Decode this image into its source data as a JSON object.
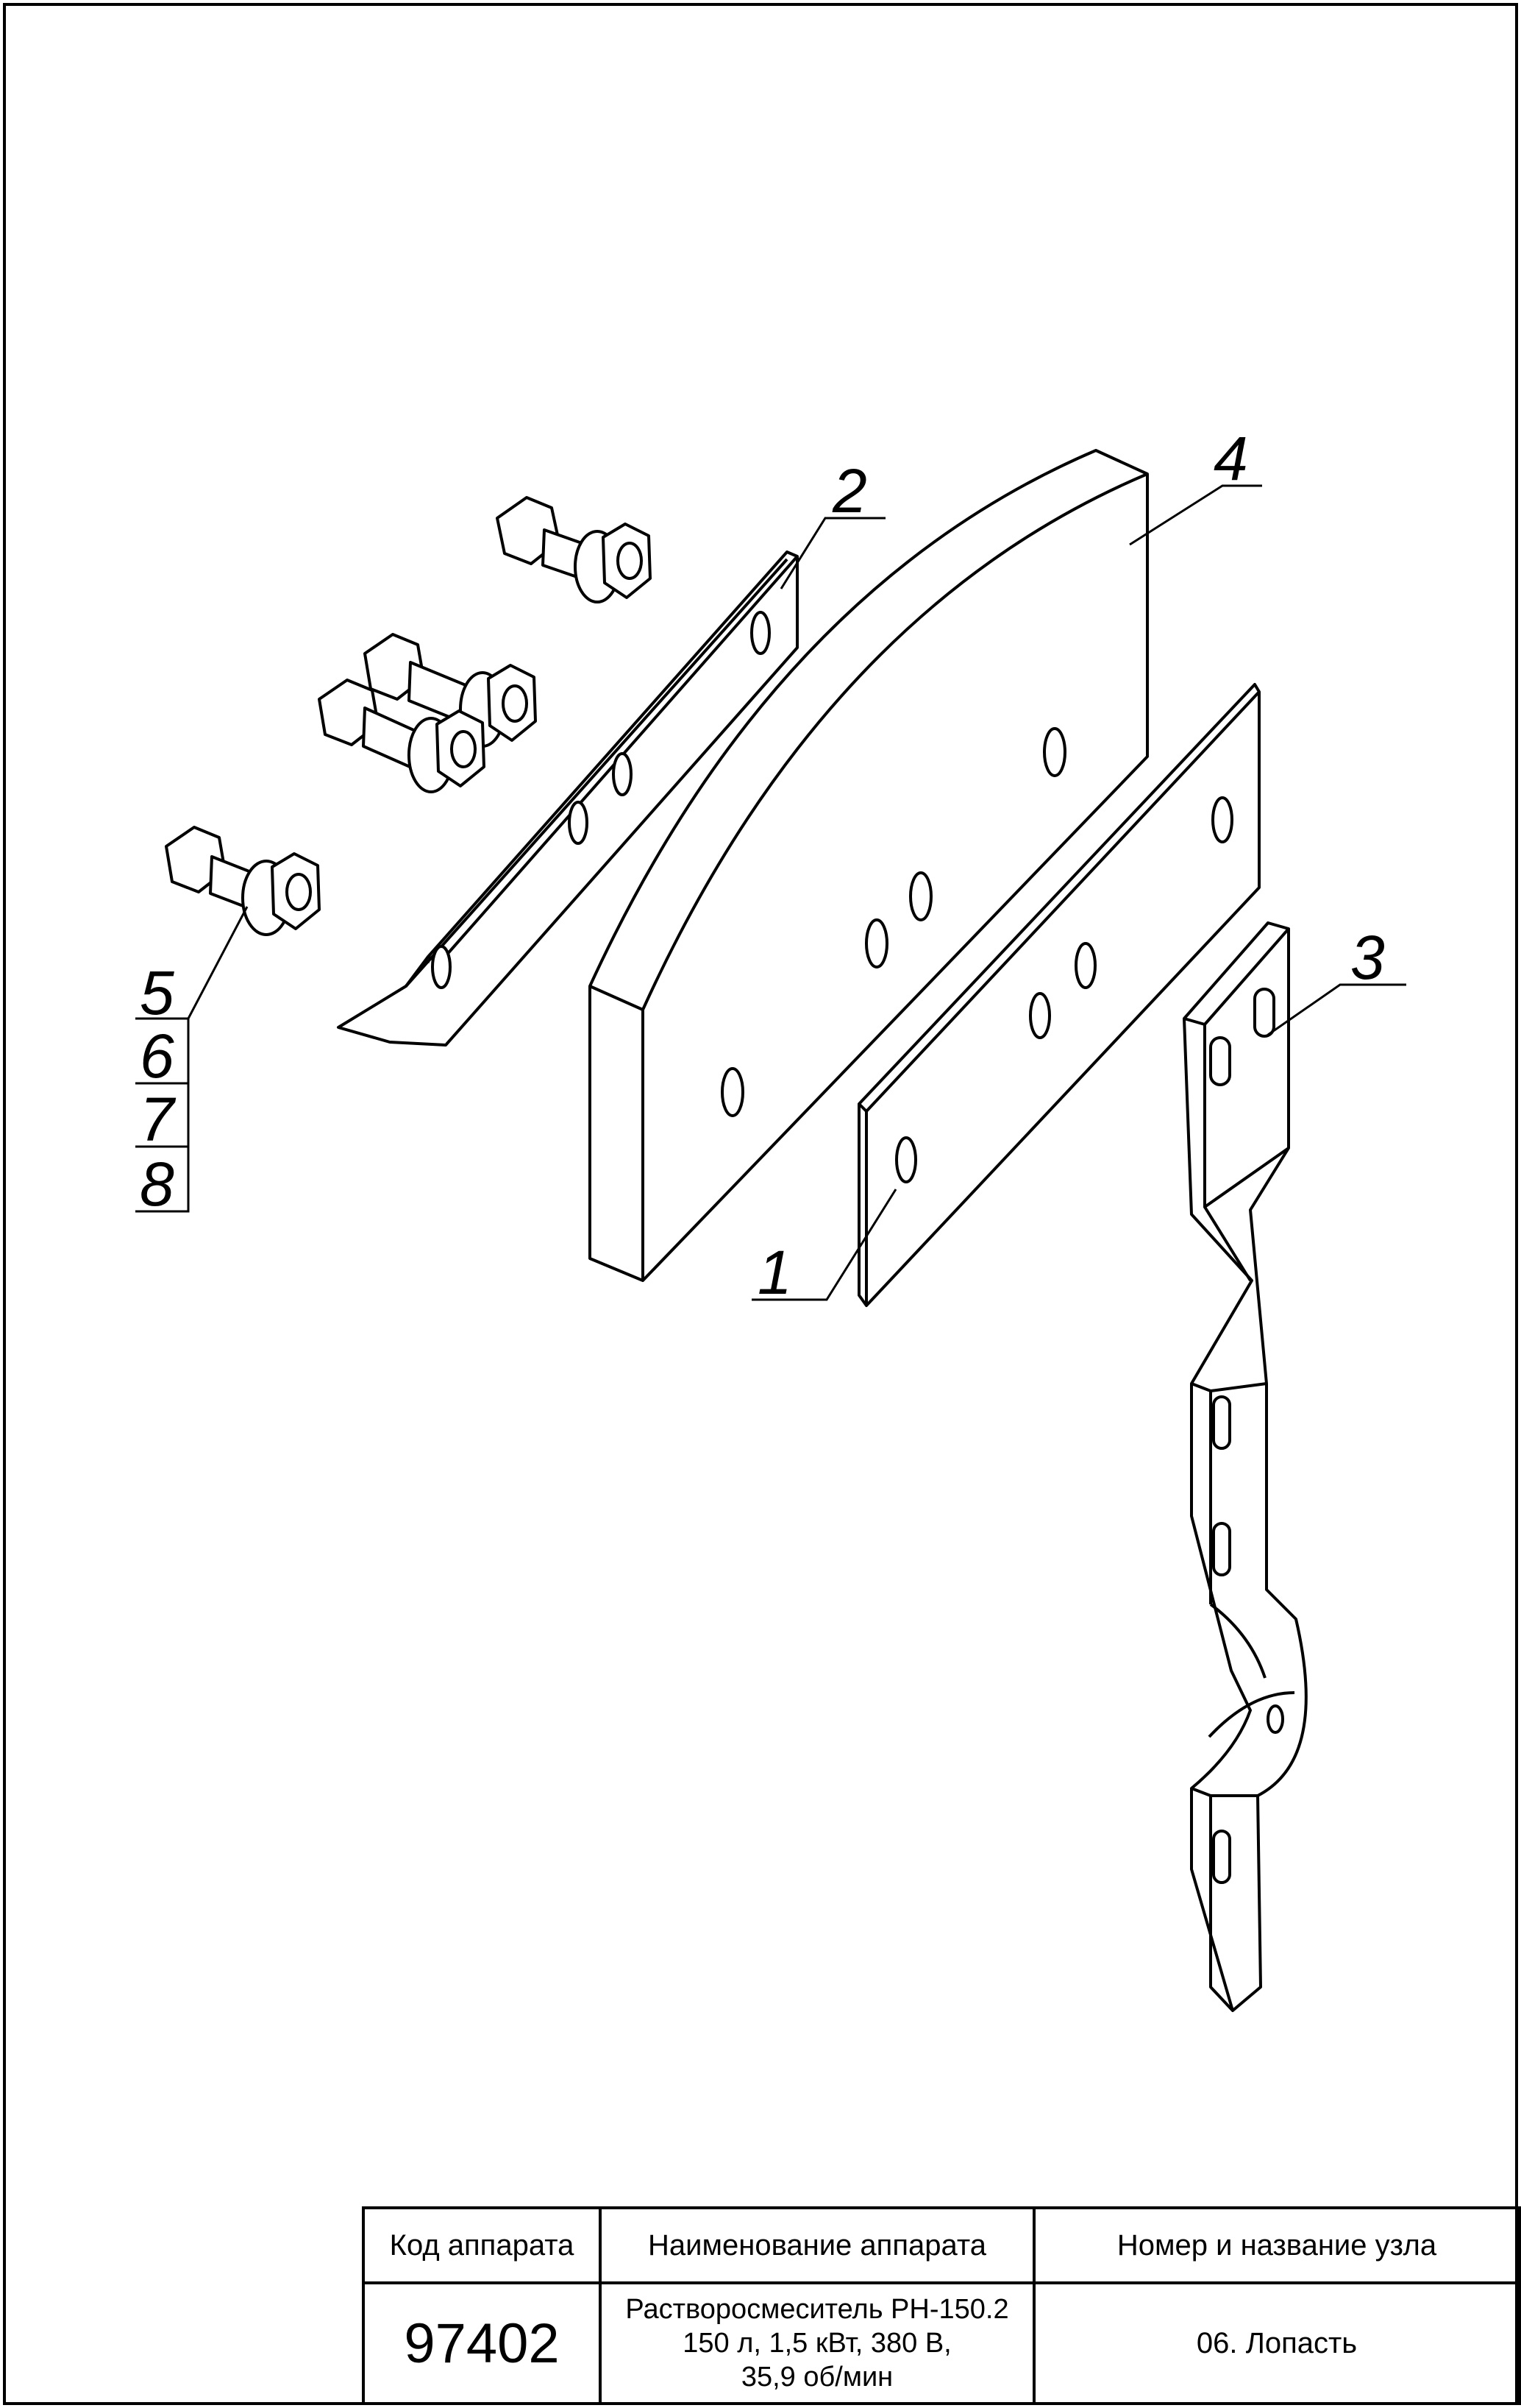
{
  "callouts": {
    "c1": "1",
    "c2": "2",
    "c3": "3",
    "c4": "4",
    "c5": "5",
    "c6": "6",
    "c7": "7",
    "c8": "8"
  },
  "title_block": {
    "headers": {
      "code": "Код аппарата",
      "name": "Наименование аппарата",
      "unit": "Номер и название узла"
    },
    "code_value": "97402",
    "name_lines": [
      "Растворосмеситель РН-150.2",
      "150 л, 1,5 кВт, 380 В,",
      "35,9 об/мин"
    ],
    "unit_value": "06. Лопасть"
  }
}
